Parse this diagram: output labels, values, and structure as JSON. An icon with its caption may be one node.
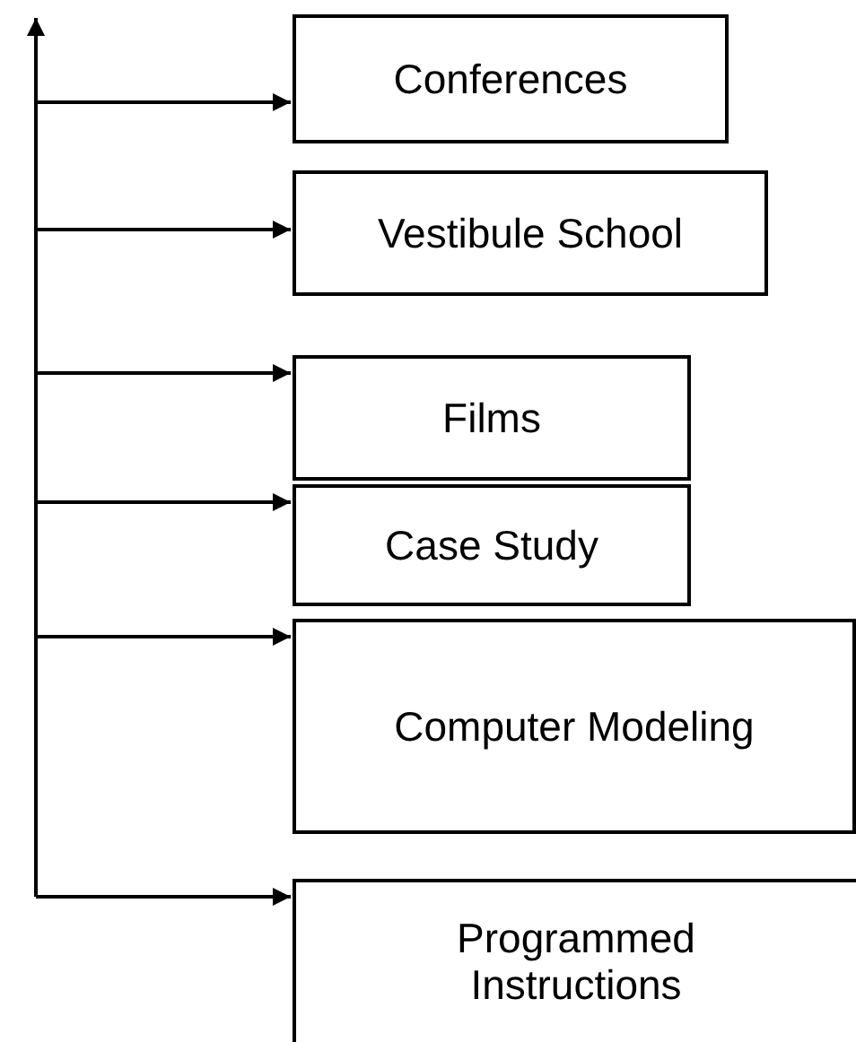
{
  "diagram": {
    "nodes": [
      {
        "text": [
          "Conferences"
        ]
      },
      {
        "text": [
          "Vestibule School"
        ]
      },
      {
        "text": [
          "Films"
        ]
      },
      {
        "text": [
          "Case Study"
        ]
      },
      {
        "text": [
          "Computer Modeling"
        ]
      },
      {
        "text": [
          "Programmed Instructions"
        ]
      }
    ],
    "edges": [
      {
        "from": null,
        "to": 0,
        "arrow": "to"
      },
      {
        "from": null,
        "to": 1,
        "arrow": "to"
      },
      {
        "from": null,
        "to": 2,
        "arrow": "to"
      },
      {
        "from": null,
        "to": 3,
        "arrow": "to"
      },
      {
        "from": null,
        "to": 4,
        "arrow": "to"
      },
      {
        "from": null,
        "to": 5,
        "arrow": "to"
      }
    ]
  }
}
